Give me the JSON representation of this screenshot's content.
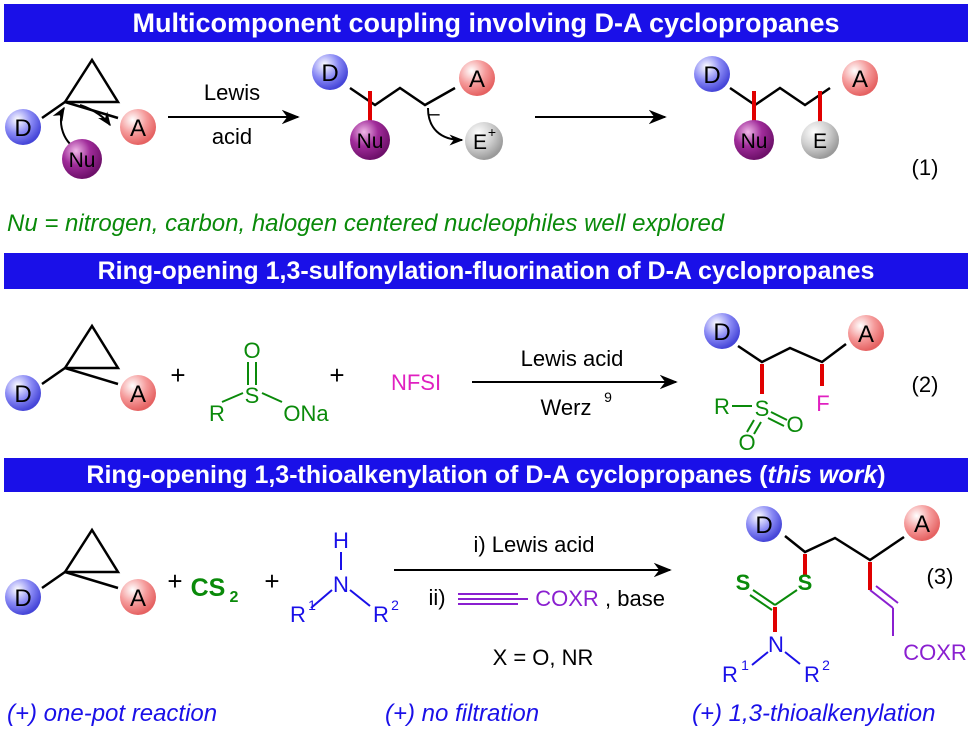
{
  "banners": {
    "b1": "Multicomponent coupling involving D-A cyclopropanes",
    "b2": "Ring-opening 1,3-sulfonylation-fluorination of D-A cyclopropanes",
    "b3_prefix": "Ring-opening 1,3-thioalkenylation of D-A cyclopropanes (",
    "b3_em": "this work",
    "b3_suffix": ")"
  },
  "note": "Nu = nitrogen, carbon, halogen centered nucleophiles well explored",
  "footer": {
    "left": "(+) one-pot reaction",
    "middle": "(+) no filtration",
    "right": "(+) 1,3-thioalkenylation"
  },
  "labels": {
    "D": "D",
    "A": "A",
    "Nu": "Nu",
    "E": "E",
    "E_plus": "E",
    "plus": "+",
    "charge_minus": "–",
    "lewis": "Lewis",
    "acid": "acid",
    "eq1": "(1)",
    "eq2": "(2)",
    "eq3": "(3)",
    "lewis_acid": "Lewis acid",
    "werz": "Werz",
    "werz_ref": "9",
    "nfsi": "NFSI",
    "O": "O",
    "R": "R",
    "S": "S",
    "ONa": "ONa",
    "F": "F",
    "CS": "CS",
    "two": "2",
    "H": "H",
    "N": "N",
    "R1": "R",
    "sup1": "1",
    "R2": "R",
    "sup2": "2",
    "cond_i": "i) Lewis acid",
    "cond_ii": "ii)",
    "coxr": "COXR",
    "base": ", base",
    "x_def": "X = O, NR"
  },
  "colors": {
    "banner": "#1a10e8",
    "green": "#0a8a0a",
    "magenta": "#e020c0",
    "purple": "#8a1fd0",
    "blue_text": "#1a10e8",
    "red_bond": "#e00000"
  }
}
